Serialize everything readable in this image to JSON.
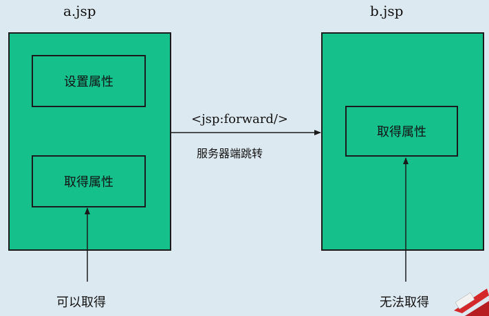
{
  "colors": {
    "background": "#dde9f1",
    "page_fill": "#16c08a",
    "stroke": "#1a1a1a"
  },
  "page_a": {
    "title": "a.jsp",
    "boxes": [
      "设置属性",
      "取得属性"
    ],
    "note": "可以取得"
  },
  "page_b": {
    "title": "b.jsp",
    "boxes": [
      "取得属性"
    ],
    "note": "无法取得"
  },
  "forward": {
    "tag": "<jsp:forward/>",
    "label": "服务器端跳转"
  },
  "icons": [
    "logo-corner-icon"
  ]
}
